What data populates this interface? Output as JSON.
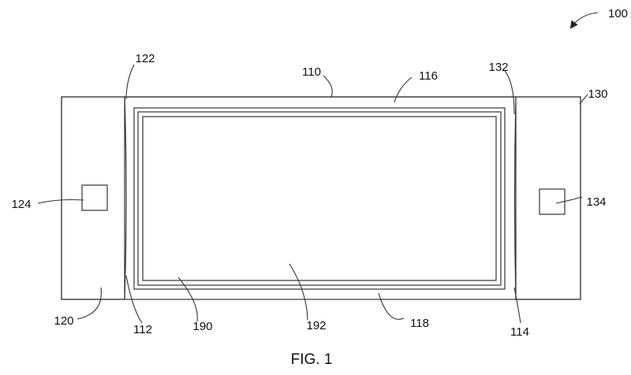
{
  "figure": {
    "caption": "FIG. 1",
    "refs": {
      "r100": "100",
      "r110": "110",
      "r112": "112",
      "r114": "114",
      "r116": "116",
      "r118": "118",
      "r120": "120",
      "r122": "122",
      "r124": "124",
      "r130": "130",
      "r132": "132",
      "r134": "134",
      "r190": "190",
      "r192": "192"
    }
  }
}
